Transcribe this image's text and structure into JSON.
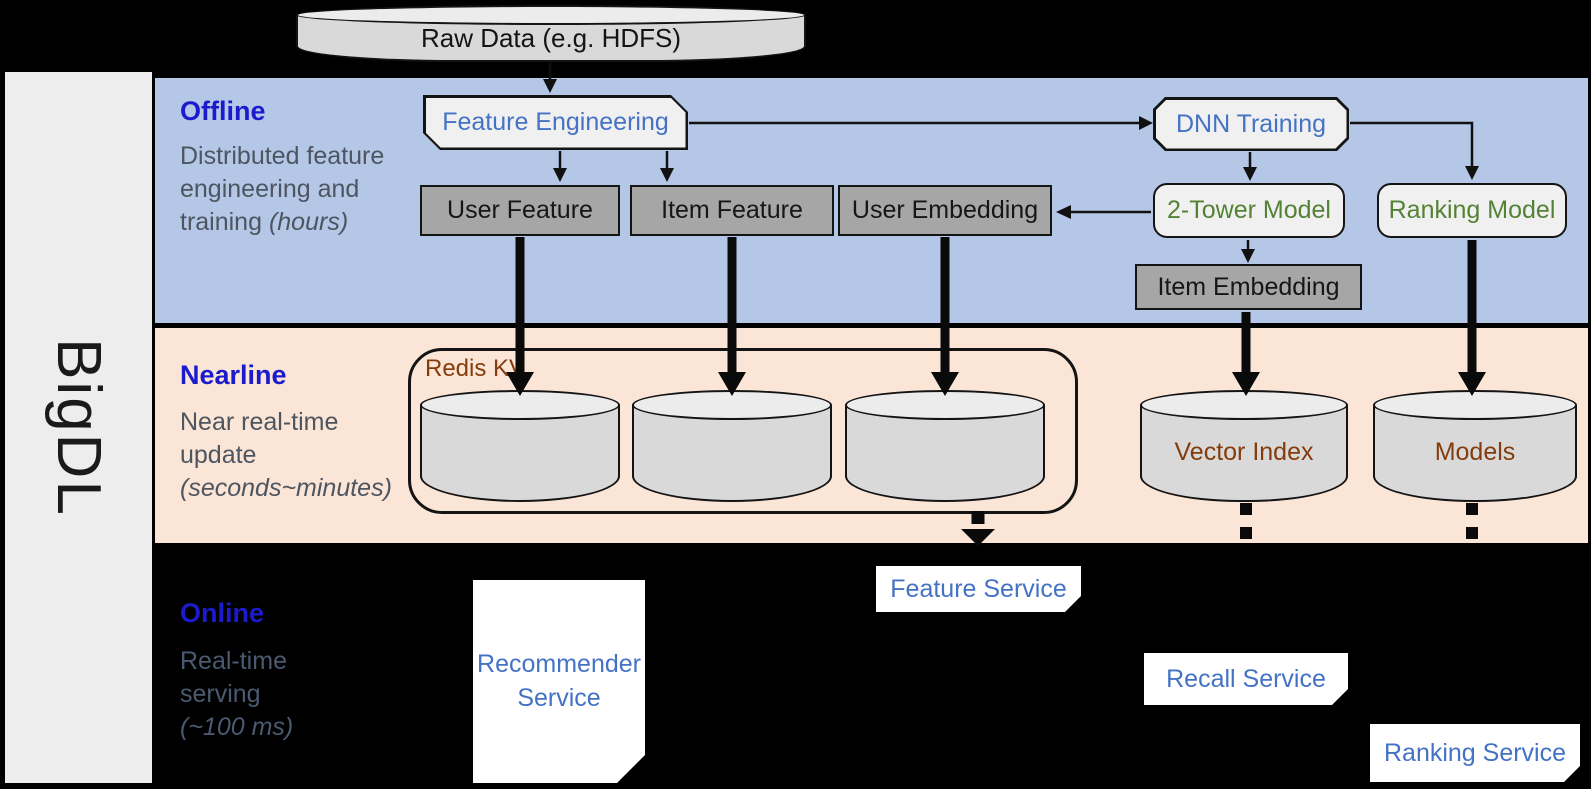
{
  "brand": {
    "label": "BigDL"
  },
  "raw_data": {
    "label": "Raw Data (e.g. HDFS)"
  },
  "sections": {
    "offline": {
      "title": "Offline",
      "caption": "Distributed feature engineering and training",
      "caption_italic": "(hours)"
    },
    "nearline": {
      "title": "Nearline",
      "caption": "Near real-time update",
      "caption_italic": "(seconds~minutes)"
    },
    "online": {
      "title": "Online",
      "caption": "Real-time serving",
      "caption_italic": "(~100 ms)"
    }
  },
  "offline": {
    "feature_engineering": "Feature Engineering",
    "dnn_training": "DNN Training",
    "user_feature": "User Feature",
    "item_feature": "Item Feature",
    "user_embedding": "User Embedding",
    "two_tower_model": "2-Tower Model",
    "ranking_model": "Ranking Model",
    "item_embedding": "Item Embedding"
  },
  "nearline": {
    "redis_kv": "Redis KV",
    "vector_index": "Vector Index",
    "models": "Models"
  },
  "online": {
    "recommender_service": "Recommender Service",
    "feature_service": "Feature Service",
    "recall_service": "Recall Service",
    "ranking_service": "Ranking Service"
  },
  "colors": {
    "background": "#000000",
    "sidebar": "#EDEDED",
    "offline_band": "#B4C7E7",
    "nearline_band": "#FBE5D6",
    "gray_box": "#A6A6A6",
    "light_shape": "#F0F0F0",
    "cylinder": "#D9D9D9",
    "blue_text": "#4472C4",
    "green_text": "#548235",
    "brown_text": "#843C0C",
    "section_title_blue": "#1B1BCE"
  }
}
